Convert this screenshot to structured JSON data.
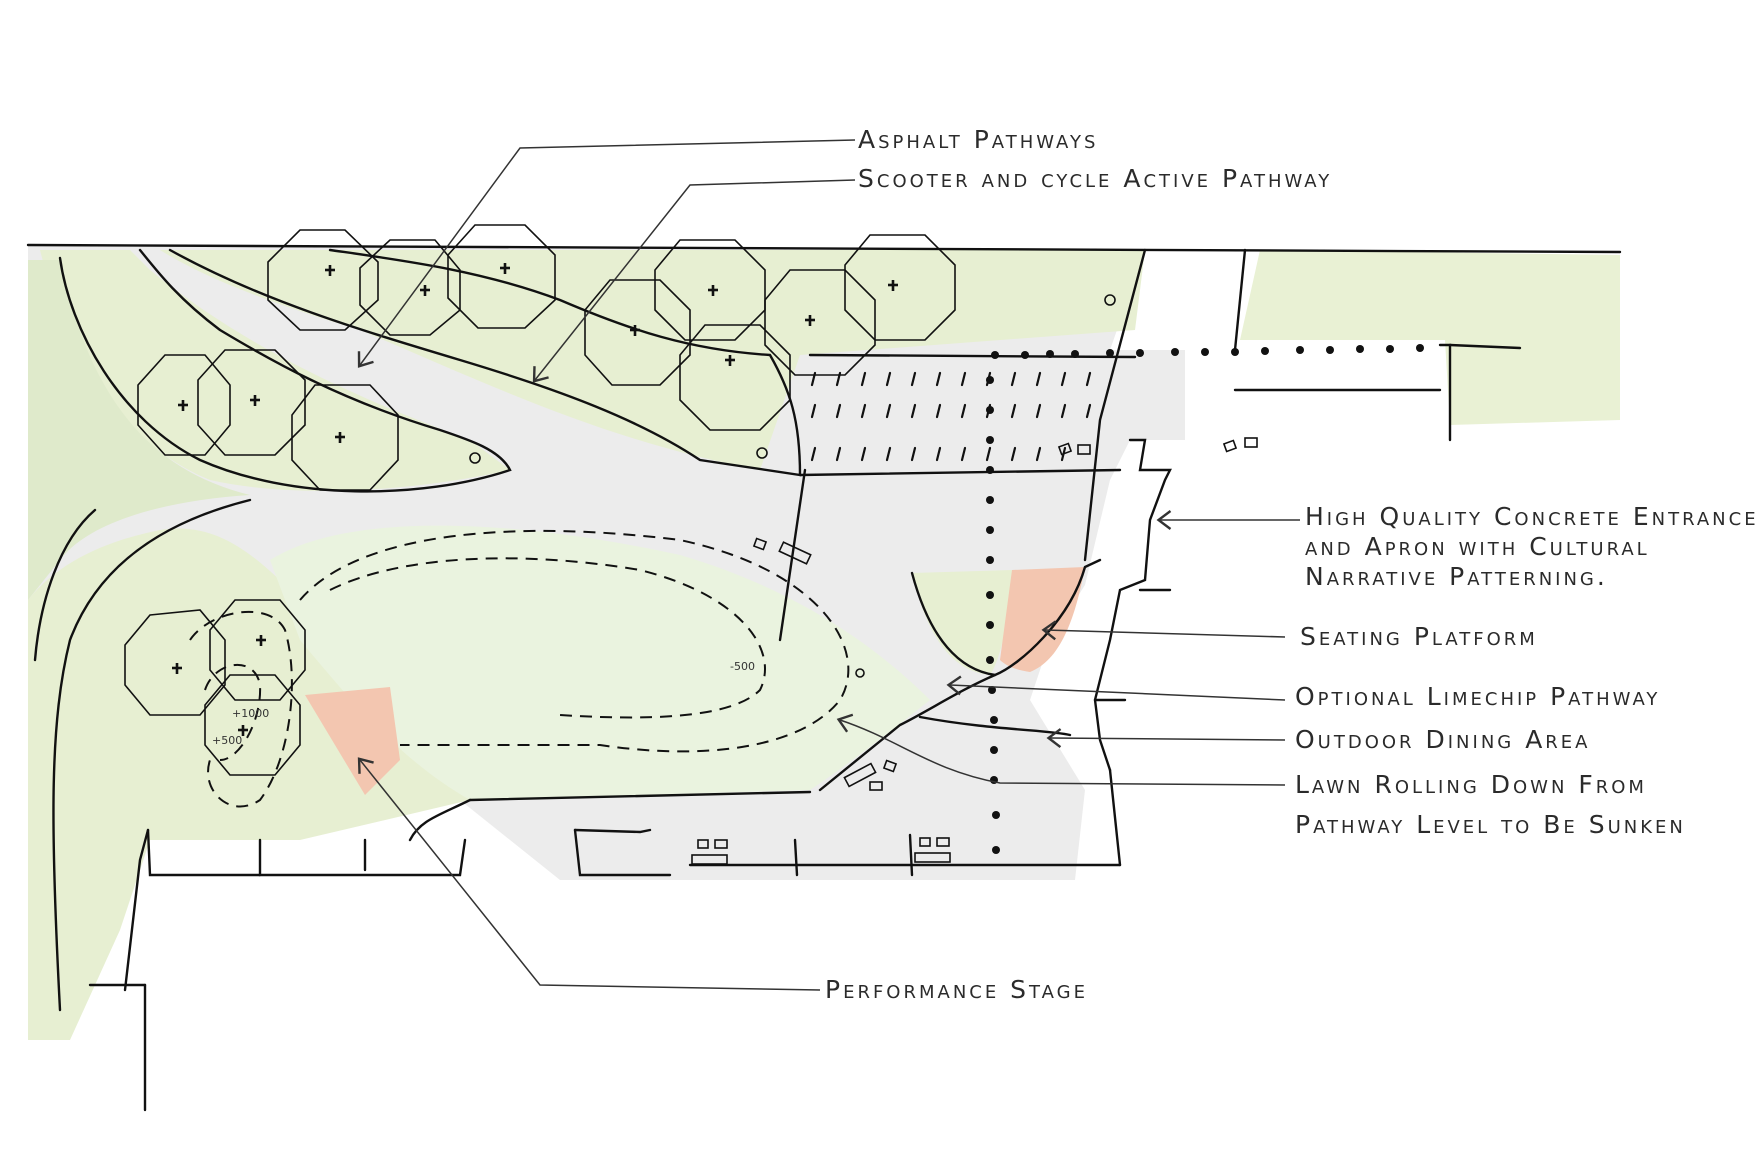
{
  "labels": {
    "asphalt_pathways": "Asphalt Pathways",
    "scooter_cycle": "Scooter and cycle Active Pathway",
    "concrete_entrance": [
      "High Quality Concrete Entrance",
      "and Apron with Cultural",
      "Narrative Patterning."
    ],
    "seating_platform": "Seating Platform",
    "limechip_pathway": "Optional Limechip Pathway",
    "outdoor_dining": "Outdoor Dining Area",
    "lawn_rolling": [
      "Lawn Rolling Down From",
      "Pathway Level to Be Sunken"
    ],
    "performance_stage": "Performance Stage"
  },
  "contours": {
    "c500": "-500",
    "c1000": "+1000",
    "c1500": "+500"
  },
  "colors": {
    "lawn": "#e7efd2",
    "lawn_light": "#eef5e2",
    "paving": "#ececec",
    "stage": "#f3c6b0",
    "ink": "#111111",
    "leader": "#333333"
  }
}
